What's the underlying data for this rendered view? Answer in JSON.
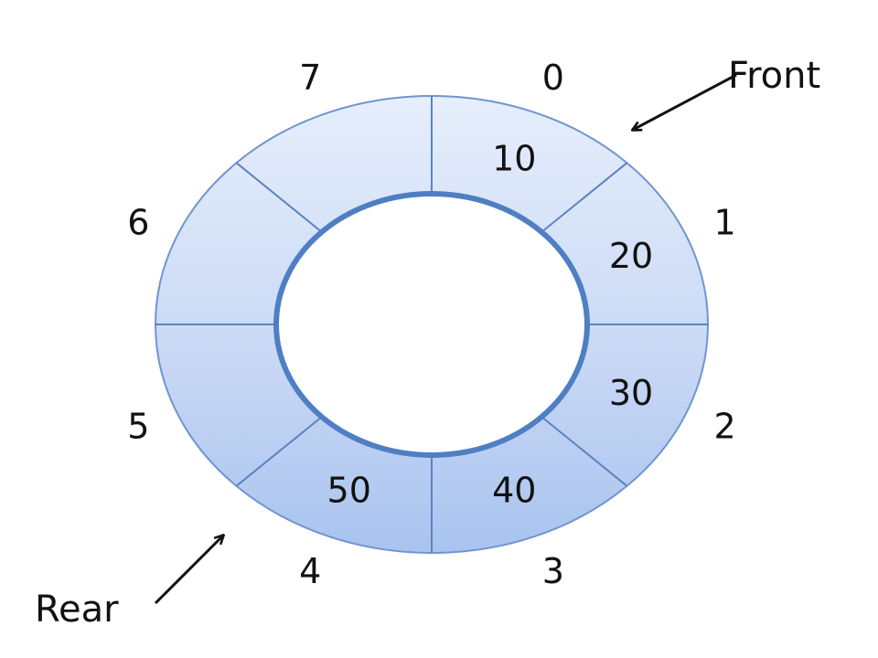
{
  "queue": {
    "slots": [
      {
        "index": "0",
        "value": "10"
      },
      {
        "index": "1",
        "value": "20"
      },
      {
        "index": "2",
        "value": "30"
      },
      {
        "index": "3",
        "value": "40"
      },
      {
        "index": "4",
        "value": "50"
      },
      {
        "index": "5",
        "value": ""
      },
      {
        "index": "6",
        "value": ""
      },
      {
        "index": "7",
        "value": ""
      }
    ],
    "front_label": "Front",
    "rear_label": "Rear",
    "front_slot": 0,
    "rear_slot": 4
  },
  "colors": {
    "ring_fill_top": "#e6eefc",
    "ring_fill_bottom": "#a9c3ef",
    "ring_stroke": "#6f95cf",
    "inner_stroke": "#4f7fc2",
    "divider": "#5b83c0",
    "arrow": "#111111"
  }
}
